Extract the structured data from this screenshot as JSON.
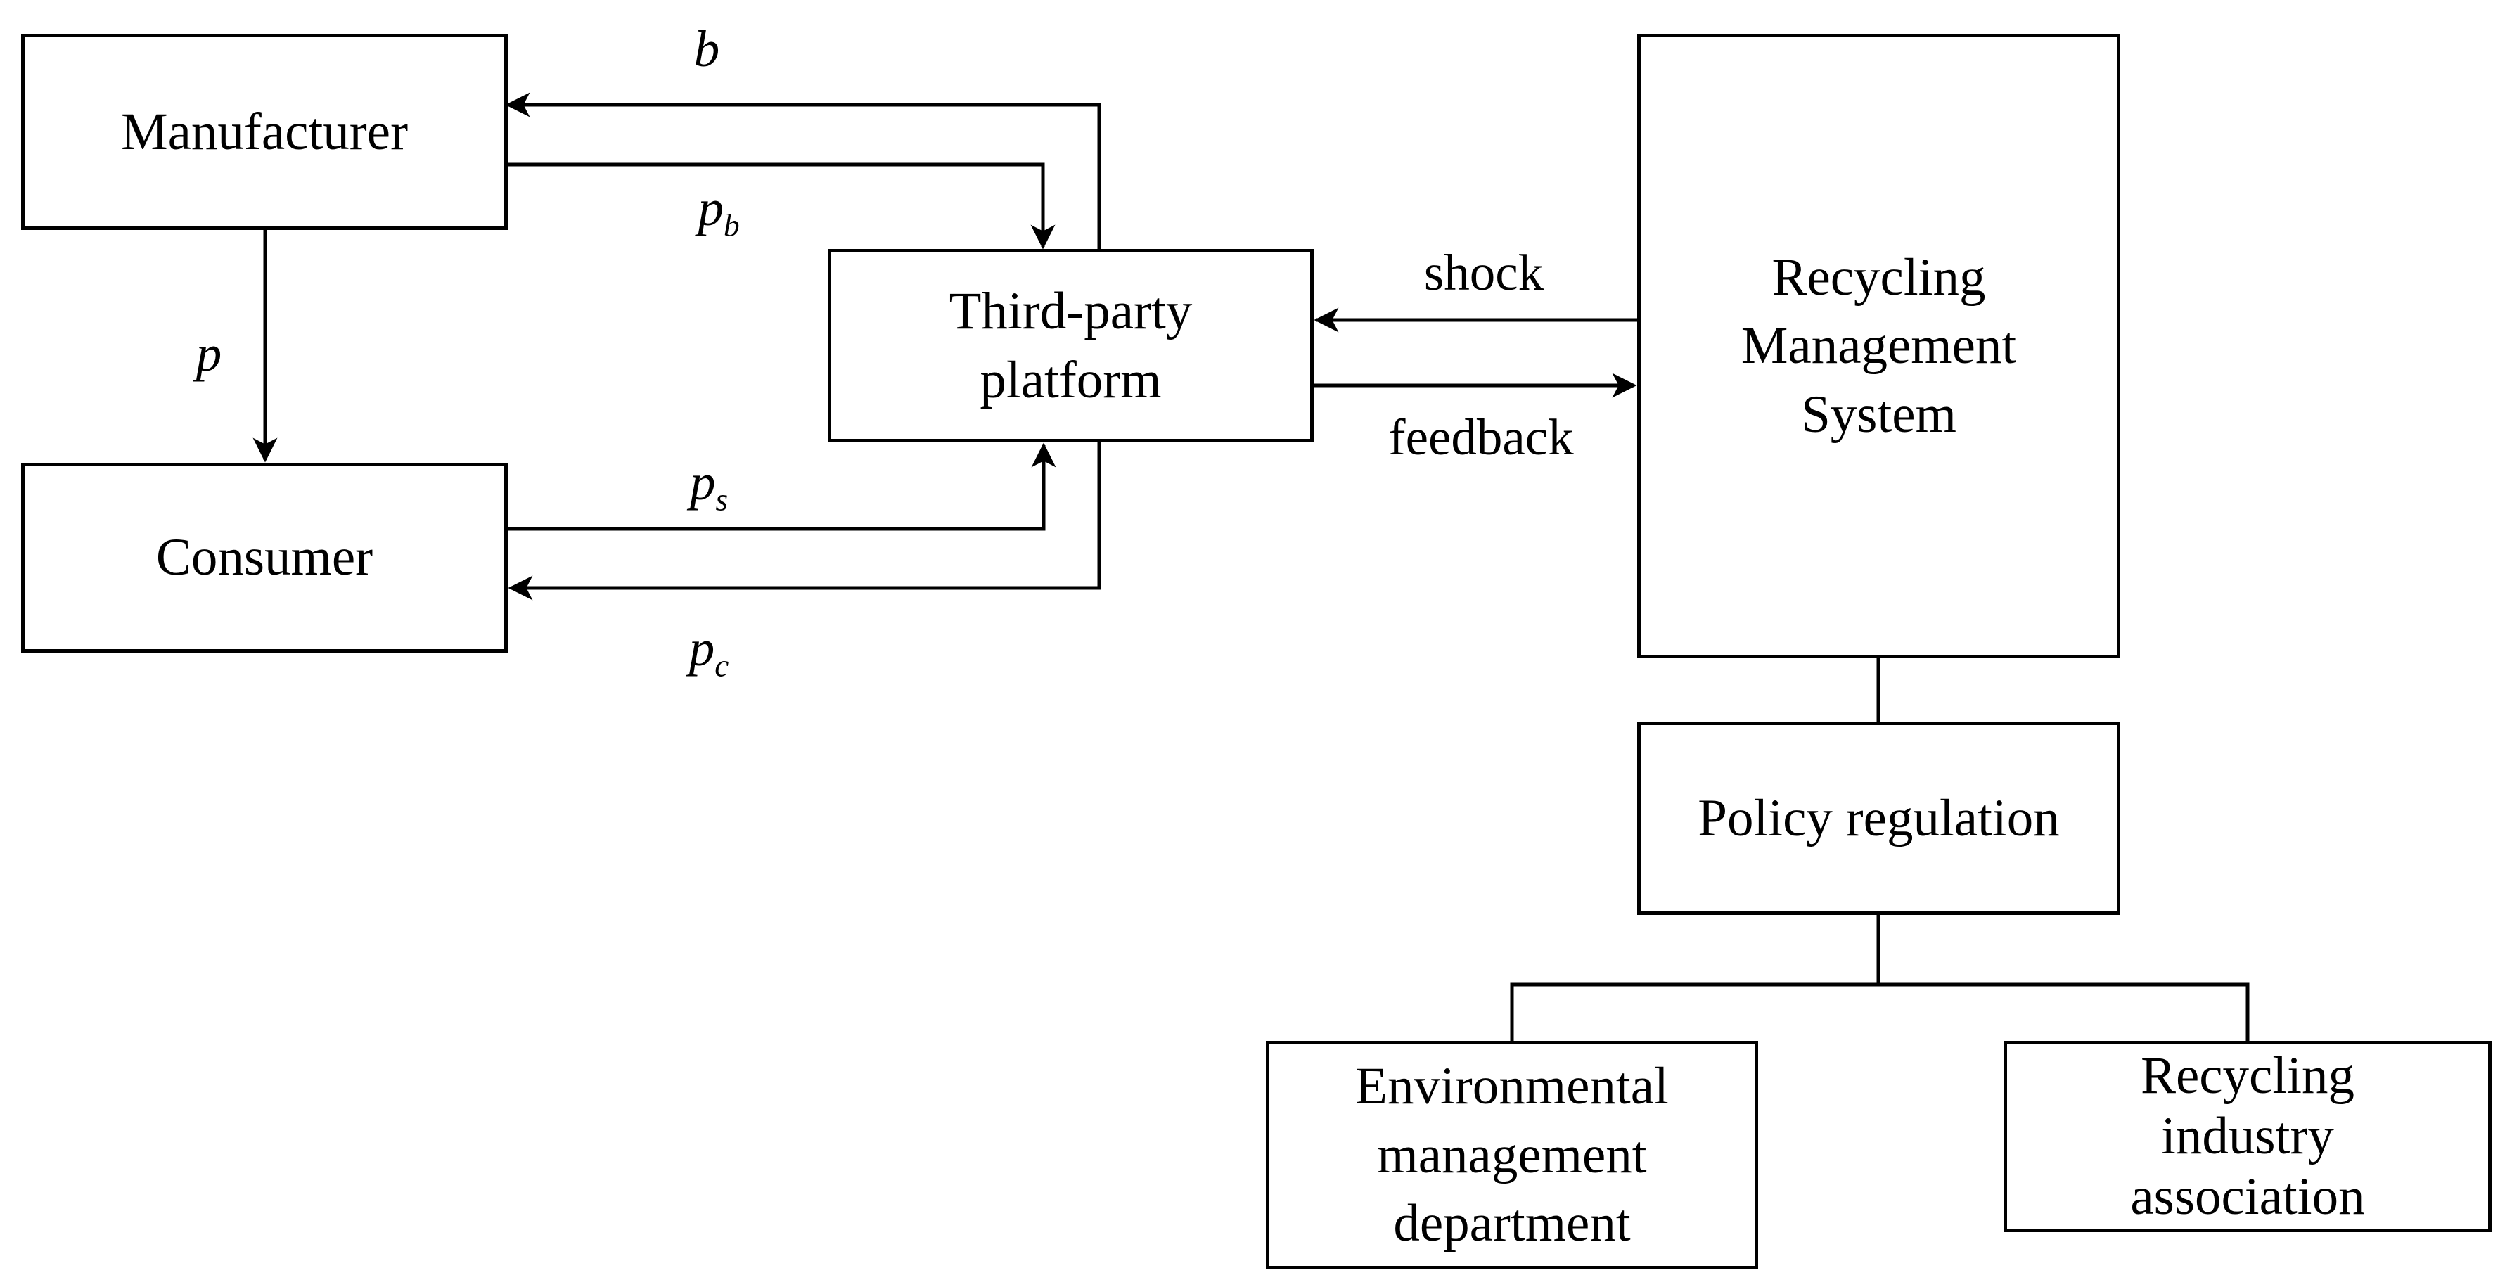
{
  "diagram": {
    "nodes": {
      "manufacturer": {
        "lines": [
          "Manufacturer"
        ]
      },
      "consumer": {
        "lines": [
          "Consumer"
        ]
      },
      "third_party_platform": {
        "lines": [
          "Third-party",
          "platform"
        ]
      },
      "recycling_management_system": {
        "lines": [
          "Recycling",
          "Management",
          "System"
        ]
      },
      "policy_regulation": {
        "lines": [
          "Policy regulation"
        ]
      },
      "environmental_management_department": {
        "lines": [
          "Environmental",
          "management",
          "department"
        ]
      },
      "recycling_industry_association": {
        "lines": [
          "Recycling",
          "industry",
          "association"
        ]
      }
    },
    "edge_labels": {
      "b": {
        "main": "b",
        "sub": ""
      },
      "p_b": {
        "main": "p",
        "sub": "b"
      },
      "p": {
        "main": "p",
        "sub": ""
      },
      "p_s": {
        "main": "p",
        "sub": "s"
      },
      "p_c": {
        "main": "p",
        "sub": "c"
      },
      "shock": {
        "text": "shock"
      },
      "feedback": {
        "text": "feedback"
      }
    },
    "edges": [
      {
        "id": "b",
        "from": "third_party_platform",
        "to": "manufacturer",
        "arrowhead": "at-manufacturer",
        "label": "b"
      },
      {
        "id": "p_b",
        "from": "manufacturer",
        "to": "third_party_platform",
        "arrowhead": "at-platform-top",
        "label": "p_b"
      },
      {
        "id": "p",
        "from": "manufacturer",
        "to": "consumer",
        "arrowhead": "at-consumer-top",
        "label": "p"
      },
      {
        "id": "p_s",
        "from": "consumer",
        "to": "third_party_platform",
        "arrowhead": "at-platform-bottom",
        "label": "p_s"
      },
      {
        "id": "p_c",
        "from": "third_party_platform",
        "to": "consumer",
        "arrowhead": "at-consumer-right",
        "label": "p_c"
      },
      {
        "id": "shock",
        "from": "recycling_management_system",
        "to": "third_party_platform",
        "arrowhead": "at-platform-right",
        "label": "shock"
      },
      {
        "id": "feedback",
        "from": "third_party_platform",
        "to": "recycling_management_system",
        "arrowhead": "at-rms-left",
        "label": "feedback"
      },
      {
        "id": "rms_policy",
        "from": "recycling_management_system",
        "to": "policy_regulation",
        "arrowhead": "none",
        "label": ""
      },
      {
        "id": "policy_env",
        "from": "policy_regulation",
        "to": "environmental_management_department",
        "arrowhead": "none",
        "label": ""
      },
      {
        "id": "policy_ria",
        "from": "policy_regulation",
        "to": "recycling_industry_association",
        "arrowhead": "none",
        "label": ""
      }
    ],
    "colors": {
      "line": "#000000",
      "background": "#ffffff",
      "text": "#000000"
    }
  }
}
